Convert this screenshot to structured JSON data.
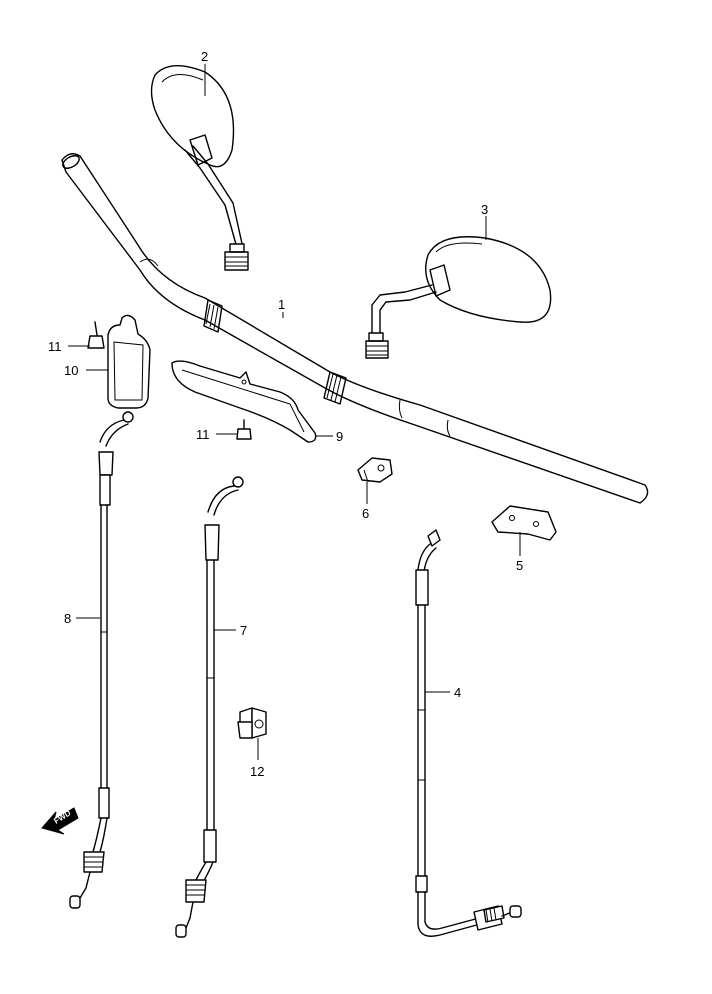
{
  "callouts": {
    "handlebar": "1",
    "mirror_left": "2",
    "mirror_right": "3",
    "cable_clutch": "4",
    "bracket": "5",
    "clamp": "6",
    "throttle_cable_return": "7",
    "throttle_cable_pull": "8",
    "plate_long": "9",
    "plate_small": "10",
    "bolt_a": "11",
    "bolt_b": "11",
    "cable_holder": "12"
  },
  "direction_marker": {
    "label": "FWD",
    "icon": "direction-arrow-icon"
  }
}
